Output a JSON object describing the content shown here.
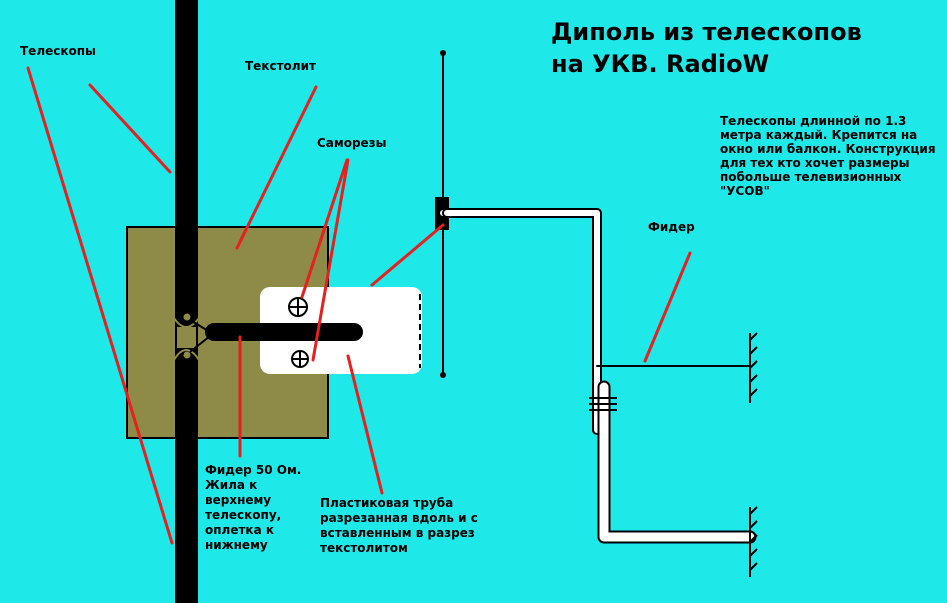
{
  "title": {
    "line1": "Диполь из телескопов",
    "line2": "на УКВ. RadioW"
  },
  "labels": {
    "telescopes": "Телескопы",
    "textolite": "Текстолит",
    "screws": "Саморезы",
    "feeder": "Фидер",
    "description": [
      "Телескопы длинной по 1.3",
      "метра каждый. Крепится на",
      "окно или балкон. Конструкция",
      "для тех кто хочет размеры",
      "побольше телевизионных",
      "\"УСОВ\""
    ],
    "feeder_50": [
      "Фидер 50 Ом.",
      "Жила к",
      "верхнему",
      "телескопу,",
      "оплетка к",
      "нижнему"
    ],
    "plastic_tube": [
      "Пластиковая труба",
      "разрезанная вдоль и с",
      "вставленным в разрез",
      "текстолитом"
    ]
  },
  "colors": {
    "background": "#1ee8e8",
    "textolite": "#8e8a48",
    "pointer": "#e62020",
    "tube": "#ffffff",
    "rod": "#000000"
  }
}
